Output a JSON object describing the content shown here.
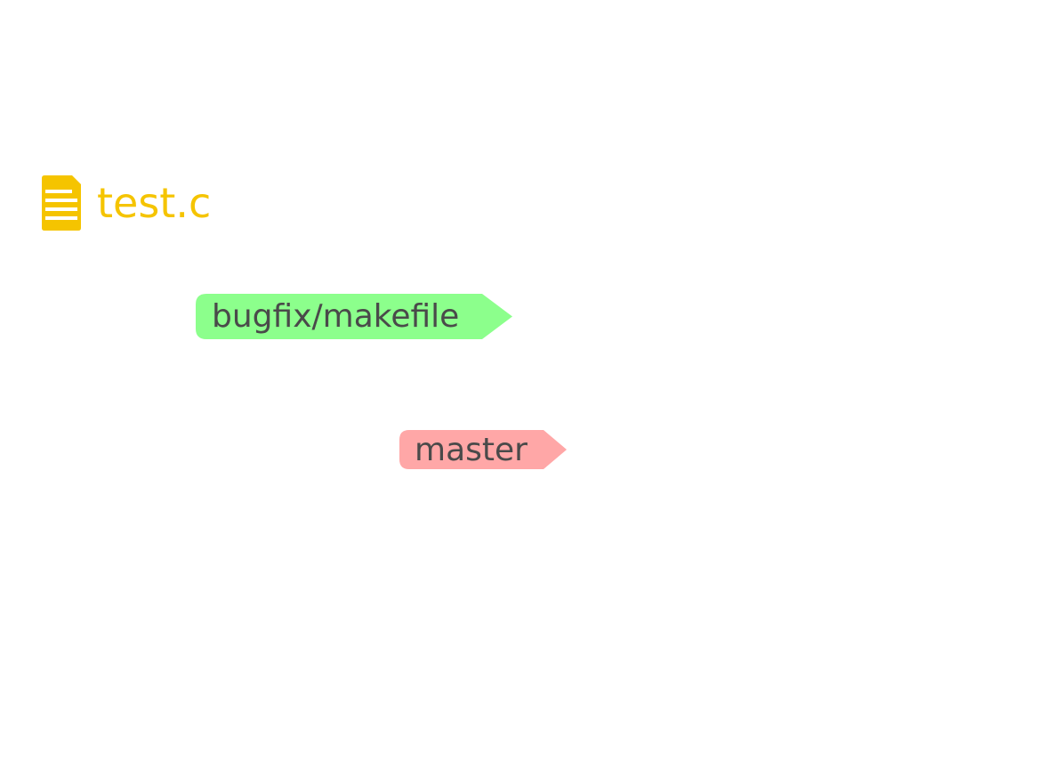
{
  "file": {
    "name": "test.c",
    "icon": "file-document-icon",
    "color": "#f5c400"
  },
  "branches": [
    {
      "name": "bugfix/makefile",
      "color": "#8cff8c"
    },
    {
      "name": "master",
      "color": "#ffa7a7"
    }
  ]
}
